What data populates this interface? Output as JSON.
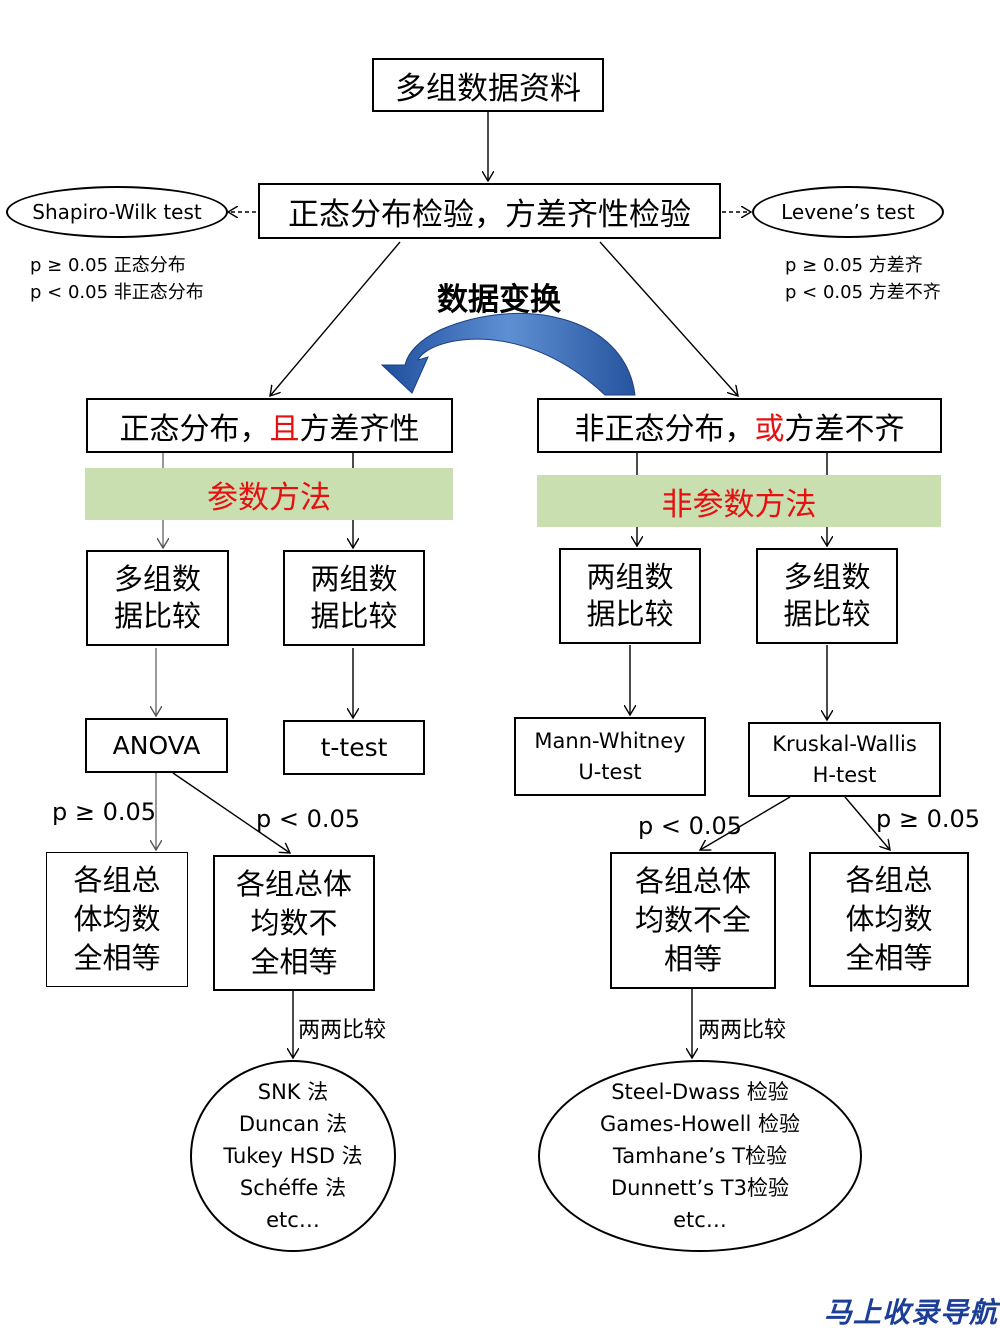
{
  "top": "多组数据资料",
  "test_box": "正态分布检验，方差齐性检验",
  "shapiro": "Shapiro-Wilk test",
  "levene": "Levene’s test",
  "left_note": [
    "p ≥ 0.05 正态分布",
    "p < 0.05 非正态分布"
  ],
  "right_note": [
    "p ≥ 0.05 方差齐",
    "p < 0.05 方差不齐"
  ],
  "transform": "数据变换",
  "left_cond": {
    "a": "正态分布，",
    "b": "且",
    "c": "方差齐性"
  },
  "right_cond": {
    "a": "非正态分布，",
    "b": "或",
    "c": "方差不齐"
  },
  "param_band": "参数方法",
  "nonparam_band": "非参数方法",
  "multi_left": [
    "多组数",
    "据比较"
  ],
  "two_left": [
    "两组数",
    "据比较"
  ],
  "two_right": [
    "两组数",
    "据比较"
  ],
  "multi_right": [
    "多组数",
    "据比较"
  ],
  "anova": "ANOVA",
  "ttest": "t-test",
  "mann": [
    "Mann-Whitney",
    "U-test"
  ],
  "kruskal": [
    "Kruskal-Wallis",
    "H-test"
  ],
  "p_ge_left": "p ≥ 0.05",
  "p_lt_left": "p < 0.05",
  "p_lt_right": "p < 0.05",
  "p_ge_right": "p ≥ 0.05",
  "equal_left": [
    "各组总",
    "体均数",
    "全相等"
  ],
  "unequal_left": [
    "各组总体",
    "均数不",
    "全相等"
  ],
  "unequal_right": [
    "各组总体",
    "均数不全",
    "相等"
  ],
  "equal_right": [
    "各组总",
    "体均数",
    "全相等"
  ],
  "pairwise_left": "两两比较",
  "pairwise_right": "两两比较",
  "methods_left": [
    "SNK 法",
    "Duncan 法",
    "Tukey HSD 法",
    "Schéffe 法",
    "etc…"
  ],
  "methods_right": [
    "Steel-Dwass 检验",
    "Games-Howell 检验",
    "Tamhane’s T检验",
    "Dunnett’s T3检验",
    "etc…"
  ],
  "watermark": "马上收录导航"
}
